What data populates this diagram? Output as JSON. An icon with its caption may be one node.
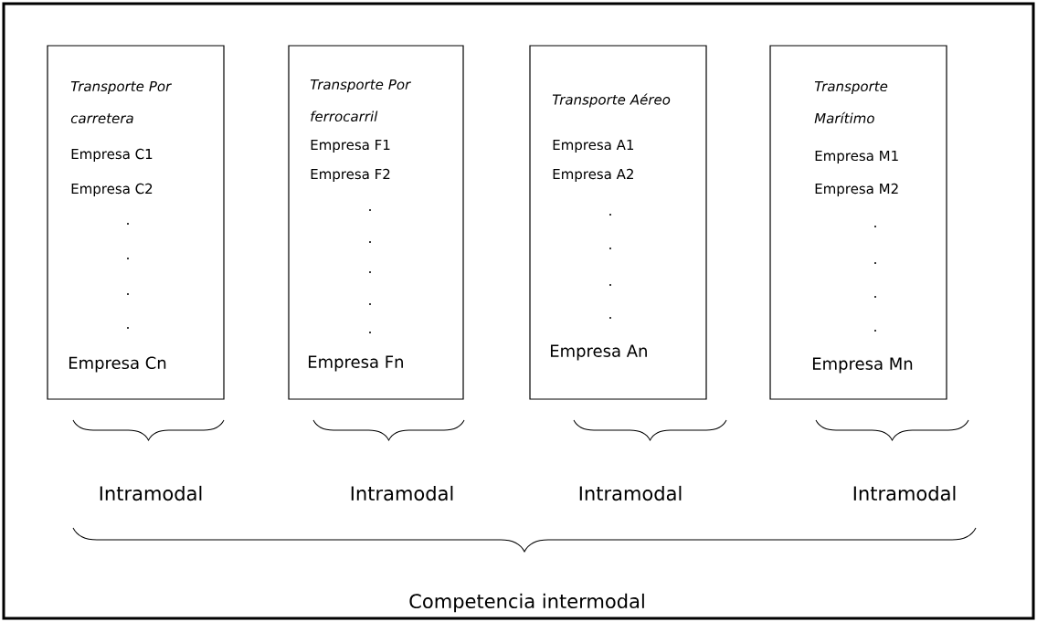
{
  "diagram": {
    "nodes": [
      {
        "text": [
          "Transporte Por carretera",
          "Empresa C1",
          "Empresa C2",
          ".",
          ".",
          ".",
          ".",
          "Empresa Cn"
        ]
      },
      {
        "text": [
          "Transporte Por ferrocarril",
          "Empresa F1",
          "Empresa F2",
          ".",
          ".",
          ".",
          ".",
          ".",
          "Empresa Fn"
        ]
      },
      {
        "text": [
          "Transporte Aéreo",
          "Empresa A1",
          "Empresa A2",
          ".",
          ".",
          ".",
          ".",
          "Empresa An"
        ]
      },
      {
        "text": [
          "Transporte Marítimo",
          "Empresa M1",
          "Empresa M2",
          ".",
          ".",
          ".",
          ".",
          "Empresa Mn"
        ]
      }
    ],
    "labels": [
      "Intramodal",
      "Intramodal",
      "Intramodal",
      "Intramodal",
      "Competencia intermodal"
    ]
  }
}
